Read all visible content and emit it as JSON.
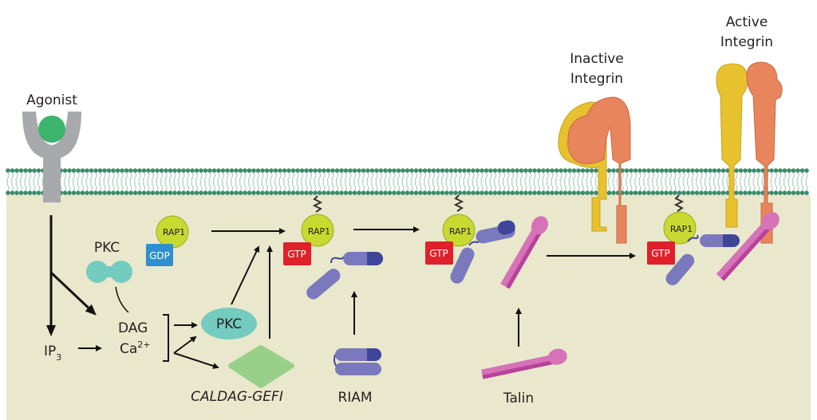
{
  "labels": {
    "agonist": "Agonist",
    "inactive_integrin_line1": "Inactive",
    "inactive_integrin_line2": "Integrin",
    "active_integrin_line1": "Active",
    "active_integrin_line2": "Integrin",
    "pkc_inactive": "PKC",
    "pkc_active": "PKC",
    "dag": "DAG",
    "ca": "Ca",
    "ca_sup": "2+",
    "ip": "IP",
    "ip_sub": "3",
    "caldag": "CALDAG-GEFI",
    "riam": "RIAM",
    "talin": "Talin",
    "rap1": "RAP1",
    "gdp": "GDP",
    "gtp": "GTP"
  },
  "colors": {
    "cytoplasm": "#e9e8cc",
    "membrane": "#3d8a6a",
    "receptor": "#a7a9ac",
    "agonist": "#3db46d",
    "pkc": "#74cbbf",
    "caldag": "#98d08a",
    "rap1": "#c8d932",
    "gdp": "#2f8fd1",
    "gtp": "#e0202a",
    "riam": "#7b79bd",
    "riam_dark": "#3f459a",
    "talin": "#d672b8",
    "talin_dark": "#b8419b",
    "integrin_alpha": "#e8c22e",
    "integrin_beta": "#e8855c"
  }
}
